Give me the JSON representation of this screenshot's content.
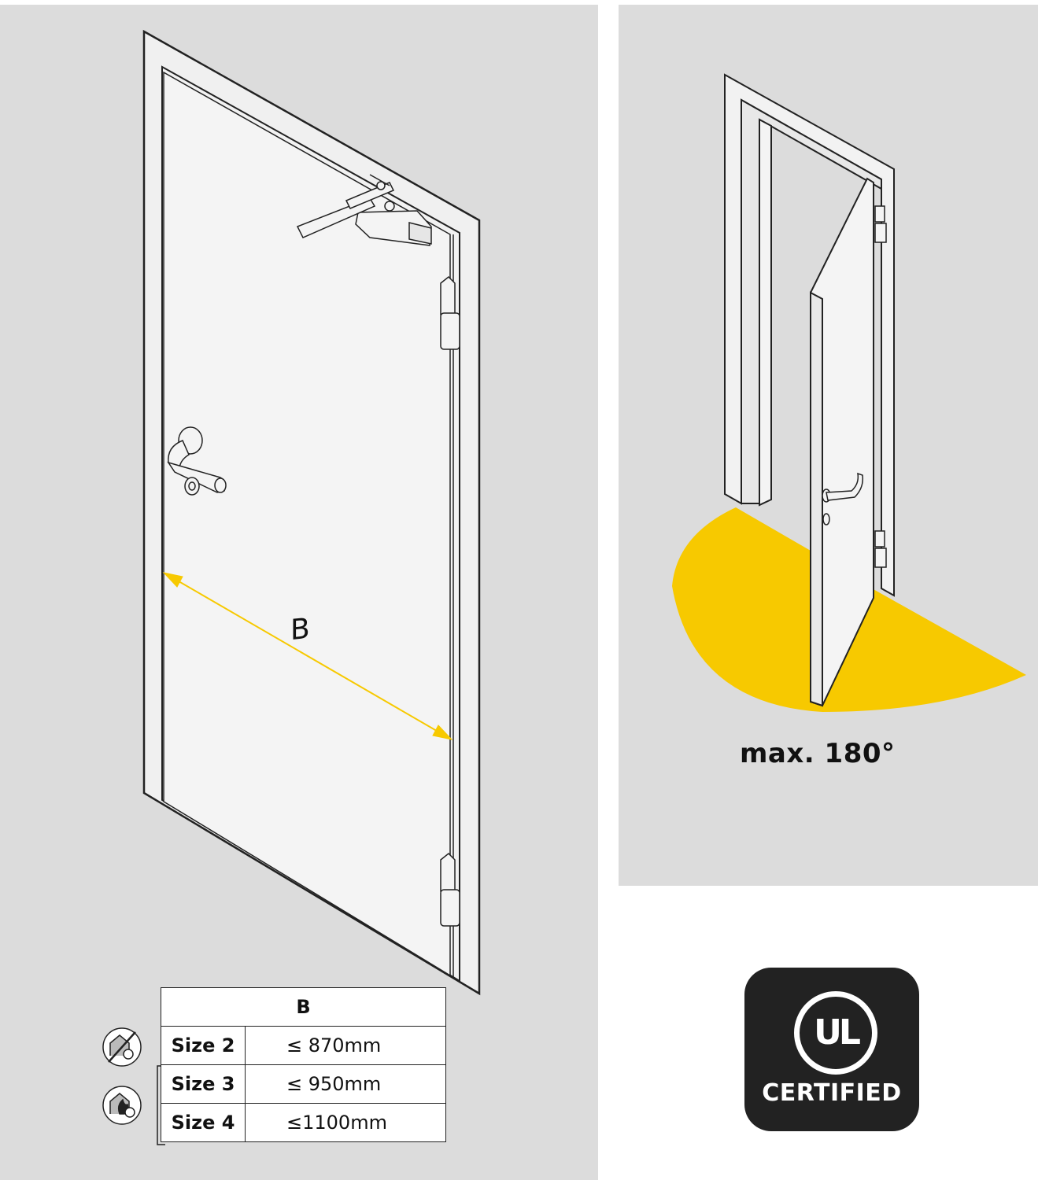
{
  "left_diagram": {
    "dimension_label": "B"
  },
  "right_diagram": {
    "opening_label": "max. 180°"
  },
  "size_table": {
    "header": "B",
    "rows": [
      {
        "size": "Size 2",
        "value": "≤  870mm"
      },
      {
        "size": "Size 3",
        "value": "≤  950mm"
      },
      {
        "size": "Size 4",
        "value": "≤1100mm"
      }
    ]
  },
  "certification_badge": {
    "logo": "UL",
    "label": "CERTIFIED"
  },
  "icons": [
    "fire-door-not-suitable-icon",
    "fire-door-suitable-icon"
  ],
  "colors": {
    "accent_yellow": "#f7c900",
    "panel_gray": "#dcdcdc",
    "badge_dark": "#222222"
  }
}
